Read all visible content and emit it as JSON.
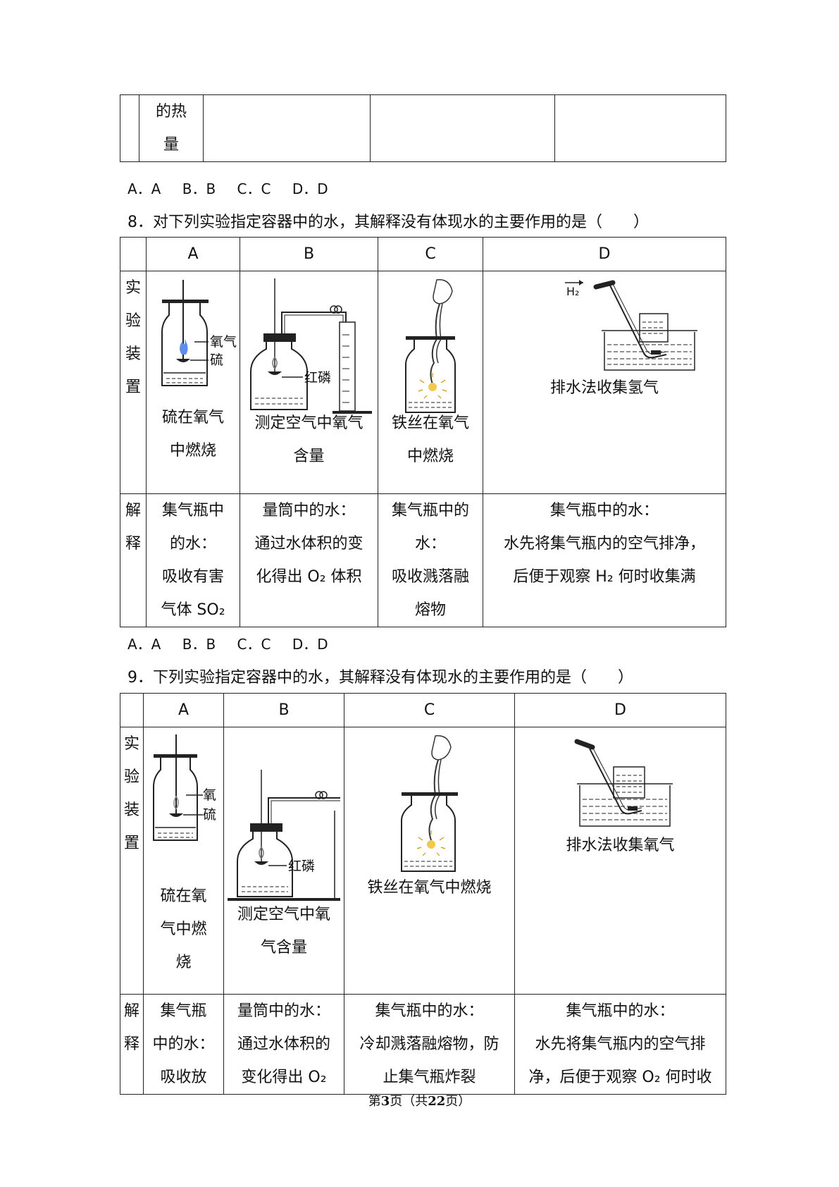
{
  "table0": {
    "label_lines": [
      "的热",
      "量"
    ]
  },
  "q7_options": [
    "A．A",
    "B．B",
    "C．C",
    "D．D"
  ],
  "q8": {
    "question": "8．对下列实验指定容器中的水，其解释没有体现水的主要作用的是（　　）",
    "headers": [
      "A",
      "B",
      "C",
      "D"
    ],
    "row_label_device": [
      "实",
      "验",
      "装",
      "置"
    ],
    "row_label_explain": [
      "解",
      "释"
    ],
    "diagram_labels": {
      "oxygen": "氧气",
      "sulfur": "硫",
      "red_phosphorus": "红磷",
      "h2": "H₂"
    },
    "captions": {
      "a": [
        "硫在氧气",
        "中燃烧"
      ],
      "b": [
        "测定空气中氧气",
        "含量"
      ],
      "c": [
        "铁丝在氧气",
        "中燃烧"
      ],
      "d": [
        "排水法收集氢气"
      ]
    },
    "explain": {
      "a": [
        "集气瓶中",
        "的水：",
        "吸收有害",
        "气体 SO₂"
      ],
      "b": [
        "量筒中的水：",
        "通过水体积的变",
        "化得出 O₂ 体积"
      ],
      "c": [
        "集气瓶中的",
        "水：",
        "吸收溅落融",
        "熔物"
      ],
      "d": [
        "集气瓶中的水：",
        "水先将集气瓶内的空气排净，",
        "后便于观察 H₂ 何时收集满"
      ]
    },
    "options": [
      "A．A",
      "B．B",
      "C．C",
      "D．D"
    ]
  },
  "q9": {
    "question": "9．下列实验指定容器中的水，其解释没有体现水的主要作用的是（　　）",
    "headers": [
      "A",
      "B",
      "C",
      "D"
    ],
    "row_label_device": [
      "实",
      "验",
      "装",
      "置"
    ],
    "row_label_explain": [
      "解",
      "释"
    ],
    "diagram_labels": {
      "oxygen": "氧",
      "sulfur": "硫",
      "red_phosphorus": "红磷"
    },
    "captions": {
      "a": [
        "硫在氧",
        "气中燃",
        "烧"
      ],
      "b": [
        "测定空气中氧",
        "气含量"
      ],
      "c": [
        "铁丝在氧气中燃烧"
      ],
      "d": [
        "排水法收集氧气"
      ]
    },
    "explain": {
      "a": [
        "集气瓶",
        "中的水：",
        "吸收放"
      ],
      "b": [
        "量筒中的水：",
        "通过水体积的",
        "变化得出 O₂"
      ],
      "c": [
        "集气瓶中的水：",
        "冷却溅落融熔物，防",
        "止集气瓶炸裂"
      ],
      "d": [
        "集气瓶中的水：",
        "水先将集气瓶内的空气排",
        "净，后便于观察 O₂ 何时收"
      ]
    }
  },
  "footer": {
    "prefix": "第",
    "page": "3",
    "mid": "页（共",
    "total": "22",
    "suffix": "页）"
  }
}
